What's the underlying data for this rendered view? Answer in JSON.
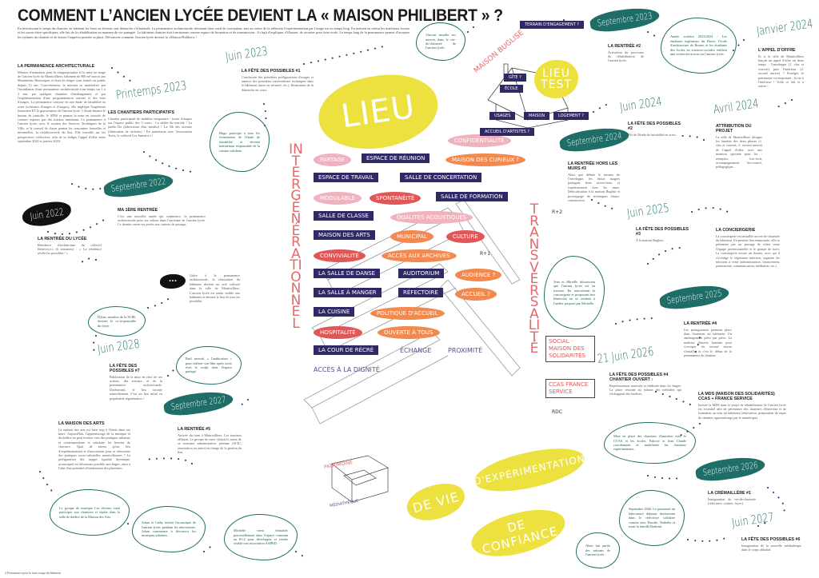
{
  "title": "COMMENT L’ANCIEN LYCÉE DEVIENT LA « MAISON PHILIBERT » ?",
  "intro": "En investissant le temps du chantier, en habitant les lieux en devenir, une démarche s'échafaude. La permanence architecturale, devenant alors outil de conception, met au centre de la réflexion l'expérimentation par l'usage sur un temps long. En mettant en valeur les matériaux locaux et les savoir-faire spécifiques, elle fait de la réhabilitation un moment de vie partagée. Le bâtiment chantier doit fonctionner comme espace de formation et de transmission : il s'agit d'expliquer, d'illustrer, de raconter pour faire école. Le temps long de la permanence permet d'accepter les rythmes du chantier et de laisser l'imprévu prendre sa place. Découvrez comment l'ancien lycée devient la «Maison Philibert» !",
  "events": [
    {
      "date": "",
      "heading": "La permanence architecturale",
      "body": "Mission d'animation pour la réappropriation et la mise en usage de l'ancien lycée de Montivilliers, bâtiment de 900 m² inscrit aux Monuments Historiques et dont les étages sont fermés au public depuis 12 ans. Concrètement, la mission se matérialise par l'installation d'une permanence architecturale à mi-temps sur 1 à 2 ans, par quelques chantiers d'aménagement et par l'expérimentation d'une programmation ouverte et des tests d'usages. La permanence consiste en une étude de faisabilité en actes (scénarios d'usages et d'usages), elle implique l'ingénierie financière ET la gouvernance de l'ancien lycée. L'étude finance le bureau de contrôle, le SDIS et permet la mise en sécurité de certains espaces par des travaux minimum. La permanence à l'ancien lycée, avec le soutien des Services Techniques de la Ville, et le conseil de classe permet les rencontres formelles et informelles, la (re)découverte du lieu. Elle travaille sur les perspectives collectives, afin de se rédiger l'appel d'offre entre septembre 2022 et janvier 2024."
    },
    {
      "date": "Printemps 2023",
      "heading": "Les chantiers participatifs",
      "body": "Chantier participatif de mobilier temporaire / testes d'usages sur l'espace public des 3 cours : La tablée du marché ! La jardin Do (fabrication d'un moulin) ! La 5ik des oiseaux (fabrication de nichoirs) ! En partenariat avec l'association Tou'n, le collectif Les Animé.e.s !"
    },
    {
      "date": "Juin 2023",
      "heading": "La fête des possibles #1",
      "body": "Conclusion des premières préfigurations d'usages et amorce des premières interventions techniques dans le bâtiment (mise en sécurité, etc.). Restitution de la démarche en cours."
    },
    {
      "date": "Septembre 2022",
      "heading": "Ma 1ère rentrée",
      "body": "C'est une nouvelle année qui commence, la permanence architecturale pose ses valises dans l'ancienne de l'ancien lycée. Ce dernier ouvre ses portes aux curieux de passage."
    },
    {
      "date": "Juin 2022",
      "heading": "La rentrée du lycée",
      "body": "Résidence d'architecture du collectif Bénévol.e.s (6 semaines) : « La résidence révèle les possibles ! »"
    },
    {
      "date": "",
      "heading": "",
      "body": "Grâce à la permanence architecturale, la rénovation du bâtiment devient un acte culturel dans la ville de Montivilliers. L'ancien lycée est rendu visible aux habitants et devient le lieu de tous les possibles."
    },
    {
      "date": "Juin 2028",
      "heading": "La fête des possibles #7",
      "body": "Publication de la mise en récit de ses actions, des travaux, et de la permanence architecturale. Dorénavant, le lieu raconte naturellement. C'est un lieu infini en perpétuelle régénération !"
    },
    {
      "date": "Septembre 2027",
      "heading": "La rentrée #5",
      "body": "Arrivée du tram à Montivilliers. Les touristes affluent. Le groupe de suivi choisit le statut de sa structure administrative pérenne (SCIC, association ou autre) en charge de la gestion du lieu."
    },
    {
      "date": "",
      "heading": "La maison des arts",
      "body": "La maison des arts est bien trop à l'étroit dans ses murs. Aujourd'hui, l'apprentissage de la musique et du théâtre ne peut évoluer vers des pratiques urbaines et contemporaines et satisfaire les besoins de chacun.e. Quoi de mieux qu'un lieu d'expérimentation et d'innovation pour se réinventer des pratiques socio-culturelles montivillonnes ? La préfiguration des usages (qualité thermique, acoustique) est désormais possible aux étages, ainsi à l'abri d'un potentiel effondrement des planchers."
    },
    {
      "date": "Septembre 2023",
      "heading": "La rentrée #2",
      "body": "Activation du processus de réhabilitation de l'ancien lycée."
    },
    {
      "date": "Janvier 2024",
      "heading": "L'appel d'offre",
      "body": "Et si la ville de Montivilliers lançait un appel d'offre en deux temps : l'enveloppe (1. clos et couvert) puis l'intérieur (2. second œuvre) ? Protéger le patrimoine est important ; la vie à l'intérieur ! Voilà ce fait et à suivre !"
    },
    {
      "date": "Juin 2024",
      "heading": "La fête des possibles #2",
      "body": "Fin de l'étude de faisabilité en actes."
    },
    {
      "date": "Avril 2024",
      "heading": "Attribution du projet",
      "body": "La ville de Montivilliers désigne les lauréats des deux phases (1. clos et couvert, 2. second œuvre) de l'appel d'offre, avec une mention spéciale pour les : réemploi, low-tech, accompagnement bio-sourcé, pédagogique..."
    },
    {
      "date": "Septembre 2024",
      "heading": "La rentrée hors les murs #3",
      "body": "Alors que débute le travaux de l'enveloppe, les futurs usagers partagent leurs savoir-faire, et expérimentent hors les murs. Délocalisation à la maison Buglise et prototypage de techniques d'auto-construction."
    },
    {
      "date": "Juin 2025",
      "heading": "La fête des possibles #3",
      "body": "À la maison Buglise."
    },
    {
      "date": "",
      "heading": "La conciergerie",
      "body": "La conciergerie est installée au rez-de-chaussée du bâtiment. En premier lieu temporaire, elle se pérennise par un passage de relais entre l'équipe professionnelle et le groupe de suivi. La conciergerie assure un dossier, avec qui il co-rédige le règlement intérieur, organise les missions à venir (administration, financement, partenariats, communication, médiation, etc.)"
    },
    {
      "date": "Septembre 2025",
      "heading": "La rentrée #4",
      "body": "Les protagonistes prennent place dans l'intérieur du bâtiment. Un aménagement pièce par pièce. La maîtrise d'œuvre lauréate pour s'occuper du second œuvre s'installe, et c'est le début de la permanence de chantier."
    },
    {
      "date": "21 Juin 2026",
      "heading": "La fête des possibles #4 chantier ouvert :",
      "body": "Représentation musicale et théâtrale dans les étages. La place résonne au rythme des mélodies qui s'échappent des fenêtres."
    },
    {
      "date": "",
      "heading": "La MDS (maison des solidarités) CCAS + France Service",
      "body": "Inclure la MDS dans le projet de réhabilitation de l'ancien lycée est essentiel afin de pérenniser des chantiers d'insertion et de formation au sein du bâtiment (rénovation, préparation de repas de chantier, apprentissage par le numérique)."
    },
    {
      "date": "Septembre 2026",
      "heading": "La crémaillère #1",
      "body": "Inauguration du rez-de-chaussée (réfectoire, cuisine, foyer)."
    },
    {
      "date": "Juin 2027",
      "heading": "La fête des possibles #6",
      "body": "Inauguration de la nouvelle médiathèque dans le corps abbatial."
    }
  ],
  "notes": [
    "Hugo participe à tous les évènements de l'étude de faisabilité et devient maintenant responsable de la cuisine solidaire.",
    "Vincent installe ses œuvres dans le rez-de-chaussée de l'ancien lycée.",
    "Année scolaire 2023/2024 : Les étudiants ingénieurs du Havre, l'école d'architecture de Rouen, et les étudiants des écoles en sciences-sociales enfilent une recherche-action sur l'ancien lycée.",
    "Dylan, membre de la SCIB, devient le co-responsable du foyer.",
    "Paul investit « l'auditorium » pour réaliser son film après avoir écrit le script dans l'espace partagé.",
    "Le groupe de musique Les rêveurs vient participer aux chantiers et répète dans la salle de théâtre de la Maison des Arts.",
    "Johan et Cathy testent l'acoustique de l'ancien lycée, pendant les rénovations. Johan commence à découvrir les musiques urbaines.",
    "Michelle vient s'installer ponctuellement dans l'espace commun au R+2 pour développer et rendre visible son association AAPED.",
    "Jean et Mireille découvrent que l'ancien lycée est en travaux. En rencontrant la conciergerie et proposent leur bénévolat en se rendant à l'atelier proposé par Michelle.",
    "Mise en place des chantiers d'insertion avec le CCAS et les écoles. Fabrice et Jean Claude coordonnent et mobilisent les chantiers expérimentaux.",
    "Septembre 2026. Le personnel du laboratoire déjeune dorénavant dans le réfectoire solidaire comme avec Pascale, Nathalie et toute la famille Brahimi.",
    "Alain fait partie des artisans de l'ancien lycée."
  ],
  "ellipsis": "...",
  "big_words": {
    "lieu": "LIEU",
    "lieu_test": "LIEU TEST",
    "de_vie": "DE VIE",
    "experimentation": "D'EXPÉRIMENTATION",
    "confiance": "DE CONFIANCE",
    "intergenerationnel": "INTERGÉNÉRATIONNEL",
    "transversalite": "TRANSVERSALITÉ"
  },
  "rooms": [
    "ESPACE DE RÉUNION",
    "ESPACE DE TRAVAIL",
    "SALLE DE FORMATION",
    "SALLE DE CONCERTATION",
    "SALLE DE CLASSE",
    "MAISON DES ARTS",
    "LA SALLE DE DANSE",
    "LA SALLE À MANGER",
    "RÉFECTOIRE",
    "LA CUISINE",
    "LA COUR DE RÉCRÉ",
    "SOCIAL · MAISON DES SOLIDARITÉS",
    "CCAS FRANCE SERVICE",
    "RDC",
    "R+1",
    "R+2",
    "AUDITORIUM"
  ],
  "qualities": {
    "pink": [
      "PARTAGE",
      "CONFIDENTIALITÉ",
      "MODULABLE",
      "QUALITÉS ACOUSTIQUES"
    ],
    "red": [
      "SPONTANÉITÉ",
      "CONVIVIALITÉ",
      "HOSPITALITÉ",
      "CULTURE"
    ],
    "orange": [
      "MAISON DES CURIEUX ?",
      "MUNICIPAL",
      "ACCÈS AUX ARCHIVES",
      "AUDIENCE ?",
      "ACCUEIL ?",
      "POLITIQUE D'ACCUEIL",
      "OUVERTE À TOUS"
    ],
    "purple": [
      "PROXIMITÉ",
      "ÉCHANGE",
      "ACCÈS À LA DIGNITÉ"
    ]
  },
  "buglise": {
    "name": "MAISON BUGLISE",
    "labels": [
      "TERRAIN D'ENGAGEMENT ?",
      "GÎTE ?",
      "ÉCOLE",
      "USAGES",
      "MAISON",
      "ACCUEIL D'ARTISTES ?",
      "LOGEMENT ?"
    ]
  },
  "abbey": {
    "labels": [
      "PATRIMOINE",
      "MÉDIATHÈQUE"
    ]
  },
  "footer": "4  Permanence pour le futur usage du bâtiment",
  "colors": {
    "teal": "#1e6e67",
    "yellow": "#ede140",
    "navy": "#2f2a63",
    "red": "#df5858",
    "pink": "#eeb3bf",
    "orange": "#f08a50",
    "dots": "#3b2d6b"
  }
}
